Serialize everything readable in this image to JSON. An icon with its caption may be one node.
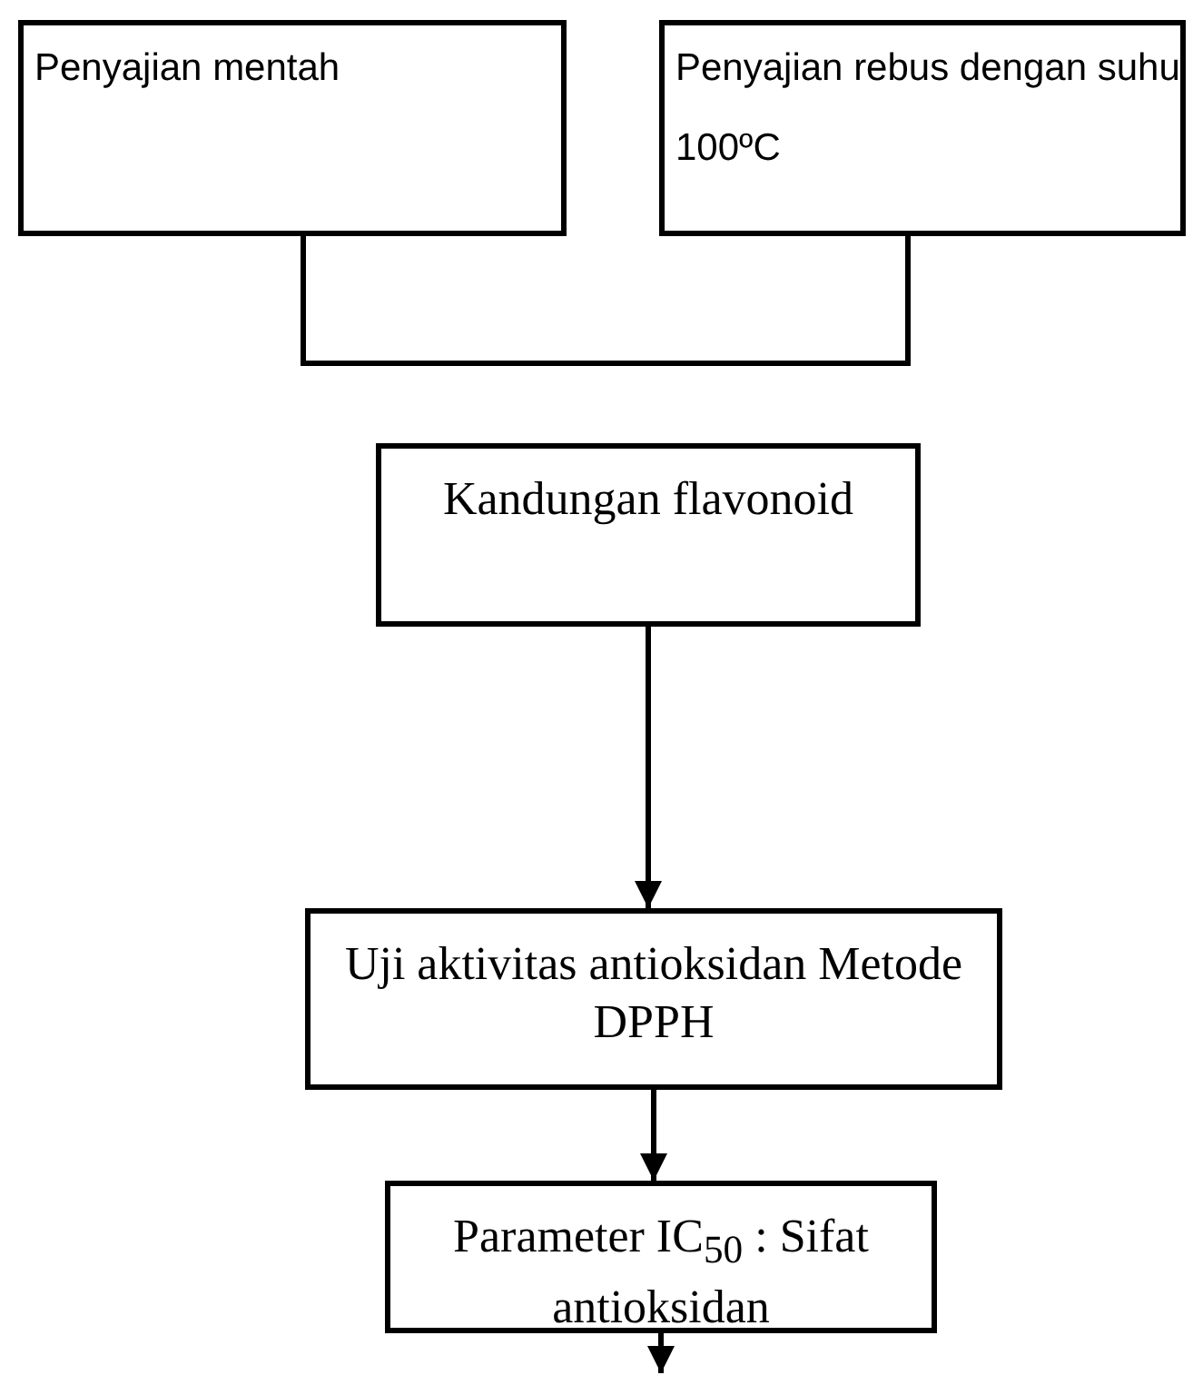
{
  "diagram": {
    "nodes": [
      {
        "text": [
          "Penyajian mentah"
        ]
      },
      {
        "text": [
          "Penyajian rebus dengan suhu 100ºC"
        ]
      },
      {
        "text": [
          "Kandungan flavonoid"
        ]
      },
      {
        "text": [
          "Uji aktivitas antioksidan Metode DPPH"
        ]
      },
      {
        "text": [
          "Parameter IC$_{50}$ : Sifat antioksidan"
        ]
      }
    ],
    "edges": [
      {
        "from": 0,
        "to": 1,
        "arrow": "none"
      },
      {
        "from": 2,
        "to": 3,
        "arrow": "to"
      },
      {
        "from": 3,
        "to": 4,
        "arrow": "to"
      },
      {
        "from": 4,
        "to": null,
        "arrow": "to"
      }
    ]
  }
}
